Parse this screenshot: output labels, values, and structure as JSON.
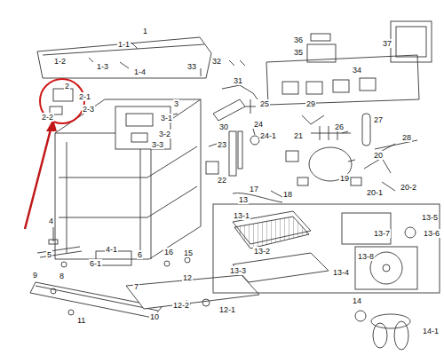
{
  "diagram": {
    "labels": [
      "1",
      "1-1",
      "1-2",
      "1-3",
      "1-4",
      "2",
      "2-1",
      "2-3",
      "2-2",
      "3",
      "3-1",
      "3-2",
      "3-3",
      "4",
      "4-1",
      "5",
      "6",
      "6-1",
      "7",
      "8",
      "9",
      "10",
      "11",
      "12",
      "12-1",
      "12-2",
      "13",
      "13-1",
      "13-2",
      "13-3",
      "13-4",
      "13-5",
      "13-6",
      "13-7",
      "13-8",
      "14",
      "14-1",
      "15",
      "16",
      "17",
      "18",
      "19",
      "20",
      "20-1",
      "20-2",
      "21",
      "22",
      "23",
      "24",
      "24-1",
      "25",
      "26",
      "27",
      "28",
      "29",
      "30",
      "31",
      "32",
      "33",
      "34",
      "35",
      "36",
      "37"
    ]
  }
}
